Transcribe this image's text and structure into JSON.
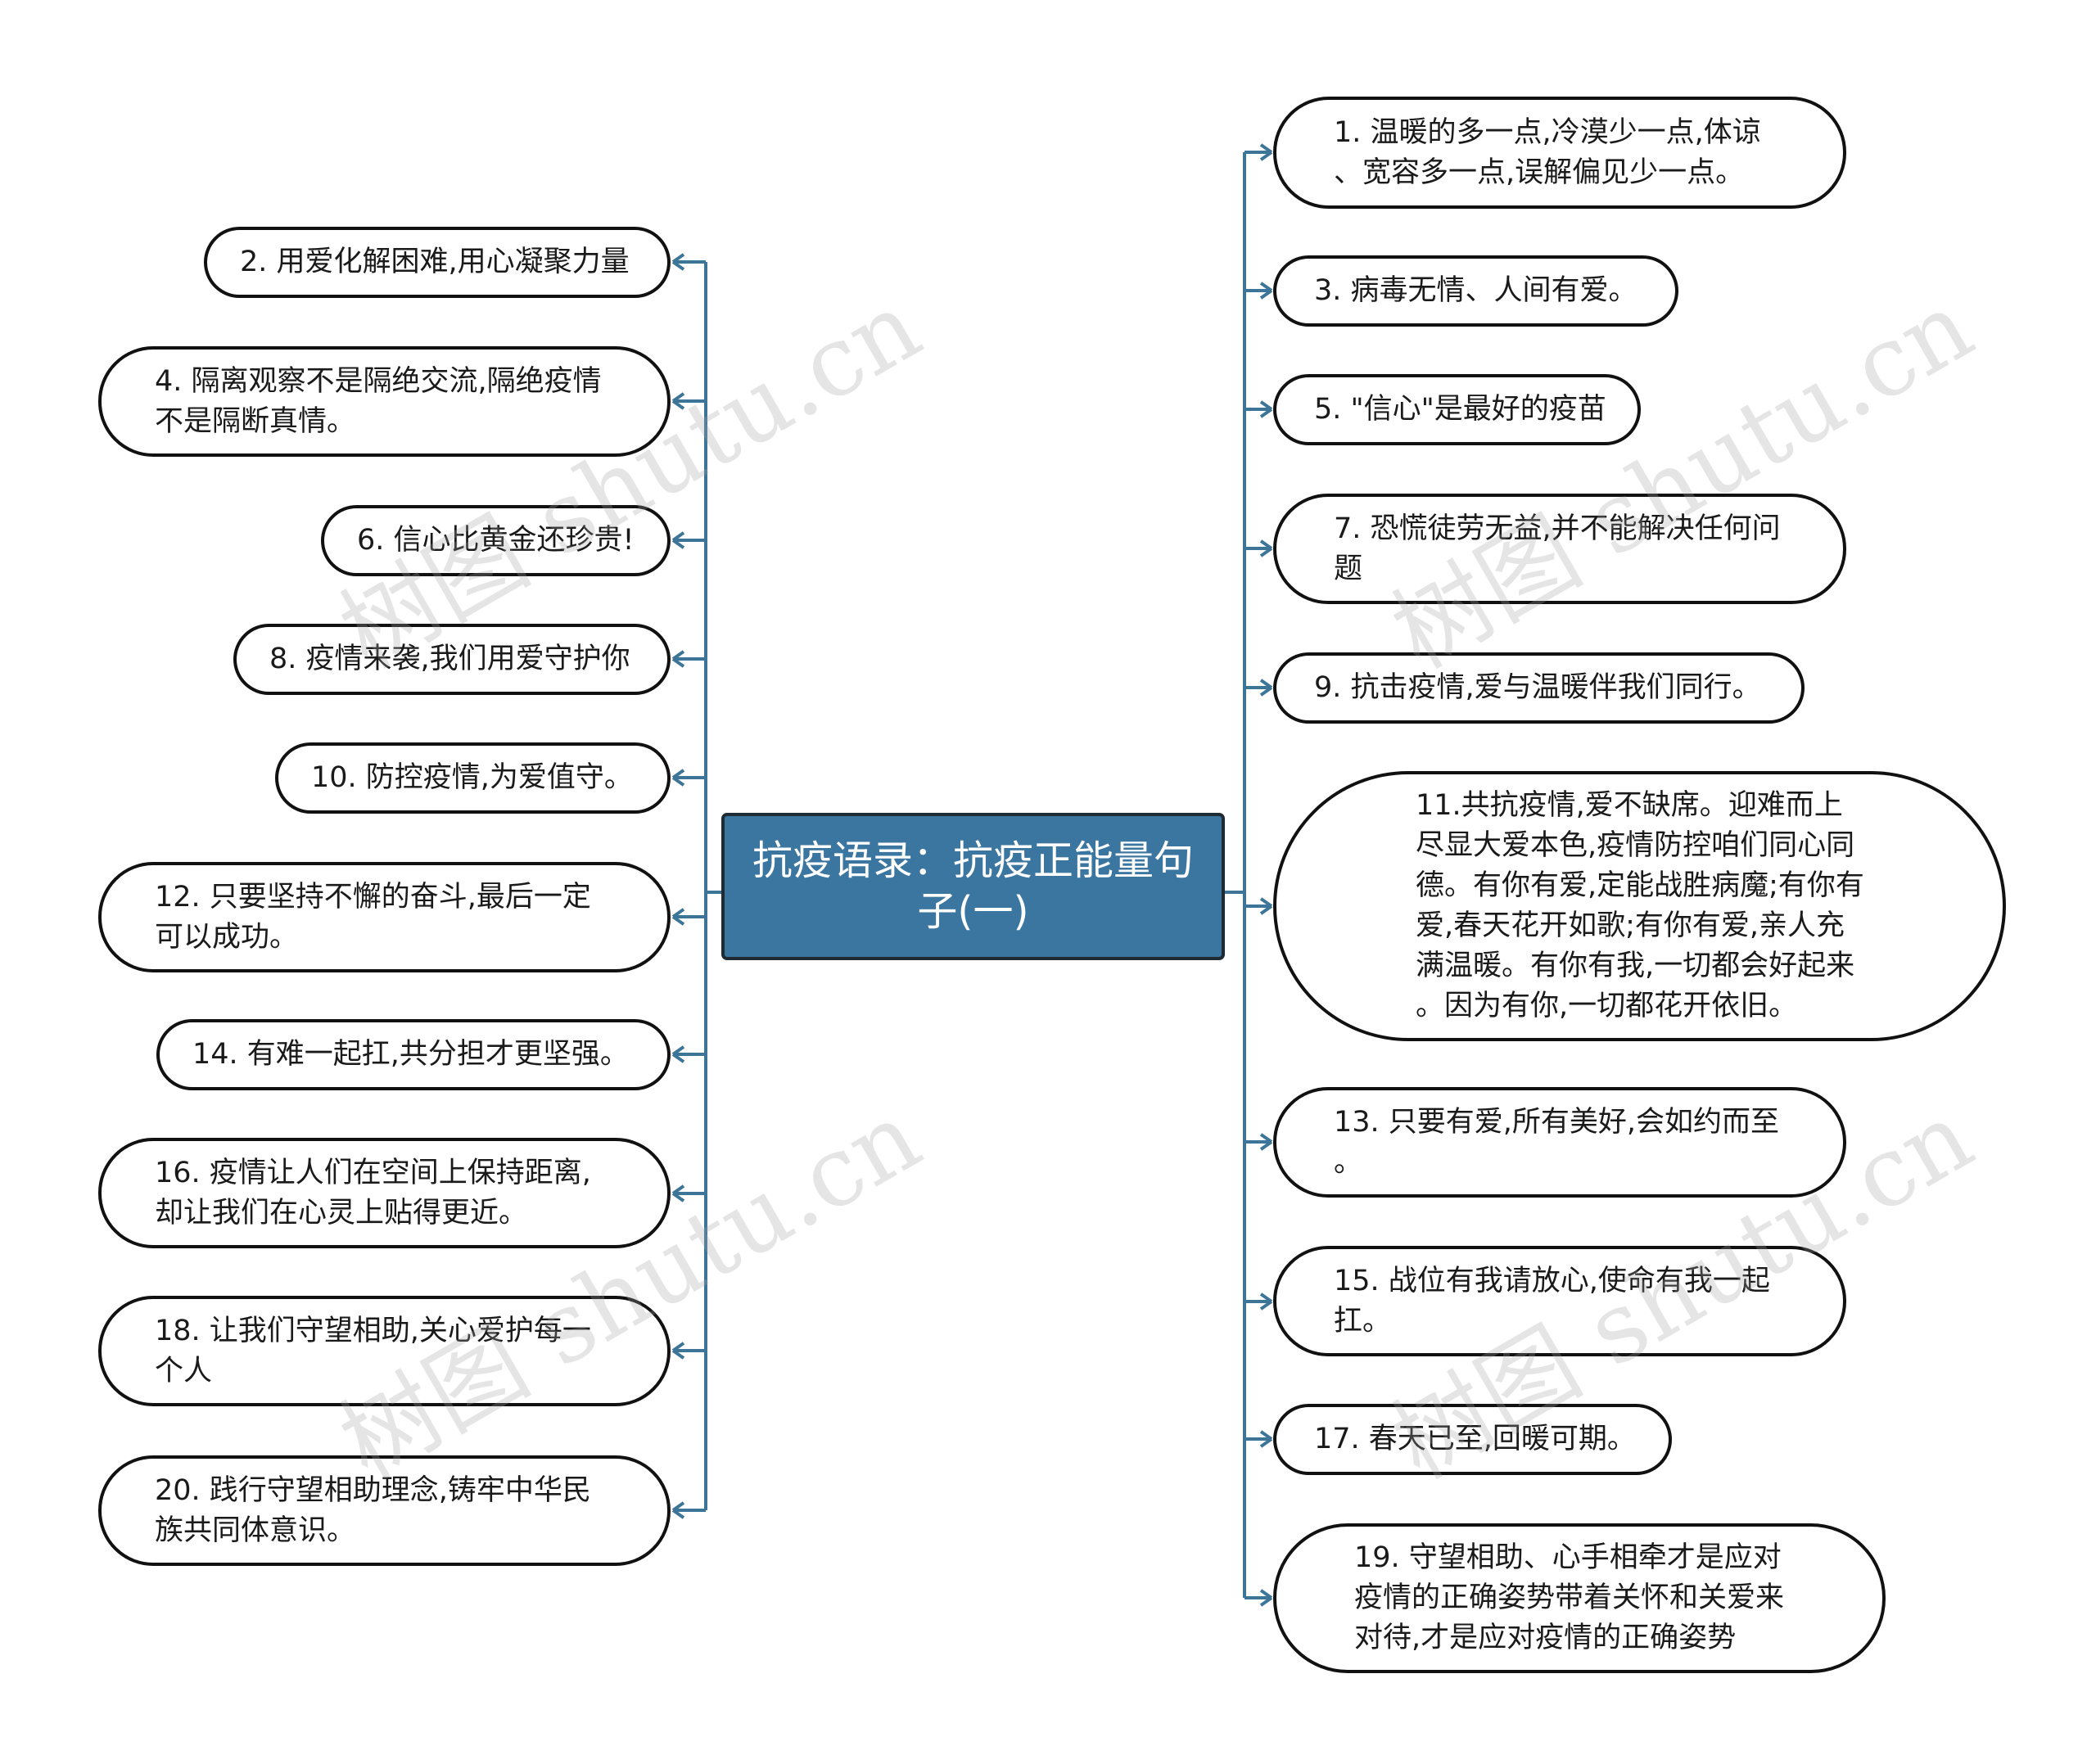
{
  "root": {
    "label": "抗疫语录：抗疫正能量句子(一)"
  },
  "left": [
    {
      "id": "n2",
      "text": "2. 用爱化解困难,用心凝聚力量"
    },
    {
      "id": "n4",
      "text": "4. 隔离观察不是隔绝交流,隔绝疫情\n不是隔断真情。"
    },
    {
      "id": "n6",
      "text": "6. 信心比黄金还珍贵!"
    },
    {
      "id": "n8",
      "text": "8. 疫情来袭,我们用爱守护你"
    },
    {
      "id": "n10",
      "text": "10. 防控疫情,为爱值守。"
    },
    {
      "id": "n12",
      "text": "12. 只要坚持不懈的奋斗,最后一定\n可以成功。"
    },
    {
      "id": "n14",
      "text": "14. 有难一起扛,共分担才更坚强。"
    },
    {
      "id": "n16",
      "text": "16. 疫情让人们在空间上保持距离,\n却让我们在心灵上贴得更近。"
    },
    {
      "id": "n18",
      "text": "18. 让我们守望相助,关心爱护每一\n个人"
    },
    {
      "id": "n20",
      "text": "20. 践行守望相助理念,铸牢中华民\n族共同体意识。"
    }
  ],
  "right": [
    {
      "id": "n1",
      "text": "1. 温暖的多一点,冷漠少一点,体谅\n、宽容多一点,误解偏见少一点。"
    },
    {
      "id": "n3",
      "text": "3. 病毒无情、人间有爱。"
    },
    {
      "id": "n5",
      "text": "5. \"信心\"是最好的疫苗"
    },
    {
      "id": "n7",
      "text": "7. 恐慌徒劳无益,并不能解决任何问\n题"
    },
    {
      "id": "n9",
      "text": "9. 抗击疫情,爱与温暖伴我们同行。"
    },
    {
      "id": "n11",
      "text": "11.共抗疫情,爱不缺席。迎难而上\n尽显大爱本色,疫情防控咱们同心同\n德。有你有爱,定能战胜病魔;有你有\n爱,春天花开如歌;有你有爱,亲人充\n满温暖。有你有我,一切都会好起来\n。因为有你,一切都花开依旧。"
    },
    {
      "id": "n13",
      "text": "13. 只要有爱,所有美好,会如约而至\n。"
    },
    {
      "id": "n15",
      "text": "15. 战位有我请放心,使命有我一起\n扛。"
    },
    {
      "id": "n17",
      "text": "17. 春天已至,回暖可期。"
    },
    {
      "id": "n19",
      "text": "19. 守望相助、心手相牵才是应对\n疫情的正确姿势带着关怀和关爱来\n对待,才是应对疫情的正确姿势"
    }
  ],
  "watermark": "树图 shutu.cn",
  "colors": {
    "line": "#3d7598",
    "center_fill": "#3b76a0",
    "node_border": "#111111"
  }
}
